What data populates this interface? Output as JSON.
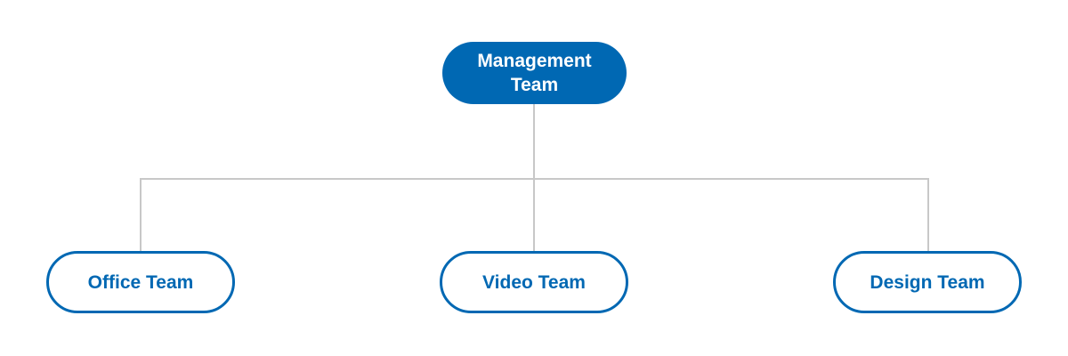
{
  "colors": {
    "primary": "#0068b3",
    "connector": "#c8c8c8",
    "background": "#ffffff"
  },
  "org_chart": {
    "root": {
      "label": "Management Team"
    },
    "children": [
      {
        "label": "Office Team"
      },
      {
        "label": "Video Team"
      },
      {
        "label": "Design Team"
      }
    ]
  }
}
